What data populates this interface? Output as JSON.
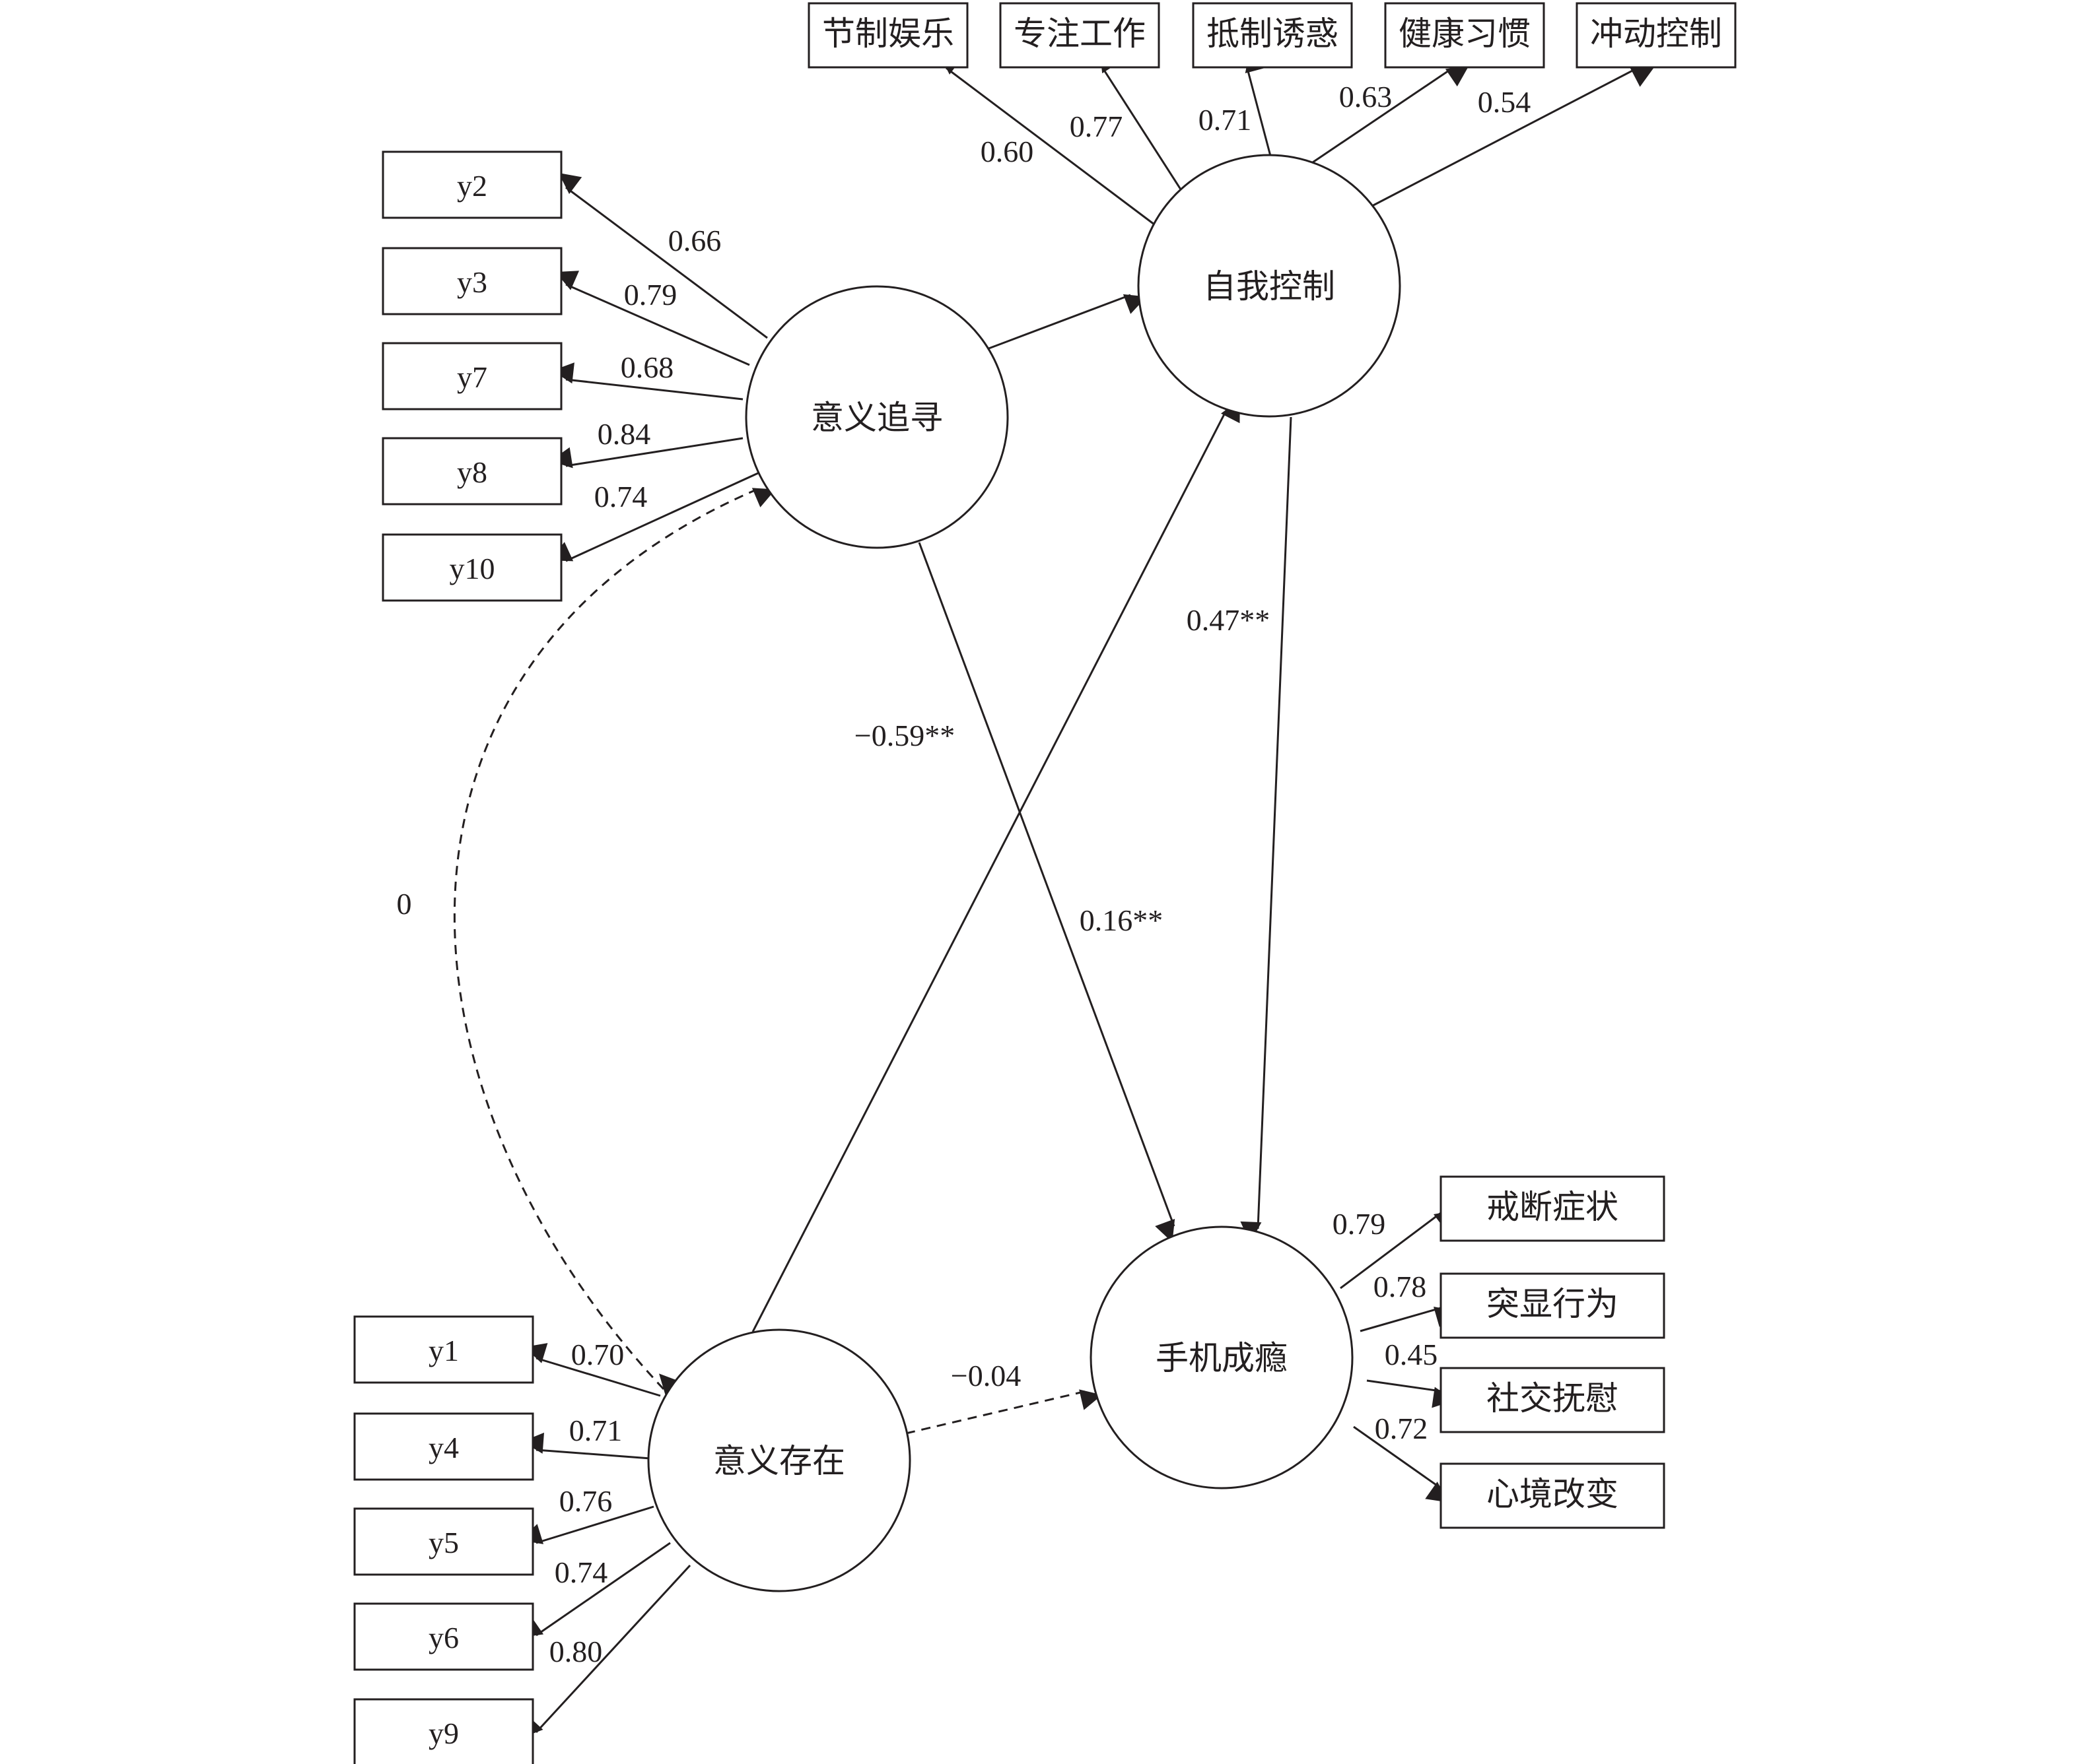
{
  "latent": {
    "search": "意义追寻",
    "presence": "意义存在",
    "selfcontrol": "自我控制",
    "addiction": "手机成瘾"
  },
  "indicators": {
    "search": [
      "y2",
      "y3",
      "y7",
      "y8",
      "y10"
    ],
    "presence": [
      "y1",
      "y4",
      "y5",
      "y6",
      "y9"
    ],
    "selfcontrol": [
      "节制娱乐",
      "专注工作",
      "抵制诱惑",
      "健康习惯",
      "冲动控制"
    ],
    "addiction": [
      "戒断症状",
      "突显行为",
      "社交抚慰",
      "心境改变"
    ]
  },
  "loadings": {
    "search": [
      "0.66",
      "0.79",
      "0.68",
      "0.84",
      "0.74"
    ],
    "presence": [
      "0.70",
      "0.71",
      "0.76",
      "0.74",
      "0.80"
    ],
    "selfcontrol": [
      "0.60",
      "0.77",
      "0.71",
      "0.63",
      "0.54"
    ],
    "addiction": [
      "0.79",
      "0.78",
      "0.45",
      "0.72"
    ]
  },
  "paths": {
    "selfcontrol_to_addiction": "0.47**",
    "search_to_selfcontrol": "-0.59**",
    "search_to_addiction": "0.16**",
    "presence_to_addiction": "-0.04",
    "correlation": "0"
  },
  "colors": {
    "stroke": "#231f20",
    "background": "#ffffff"
  }
}
